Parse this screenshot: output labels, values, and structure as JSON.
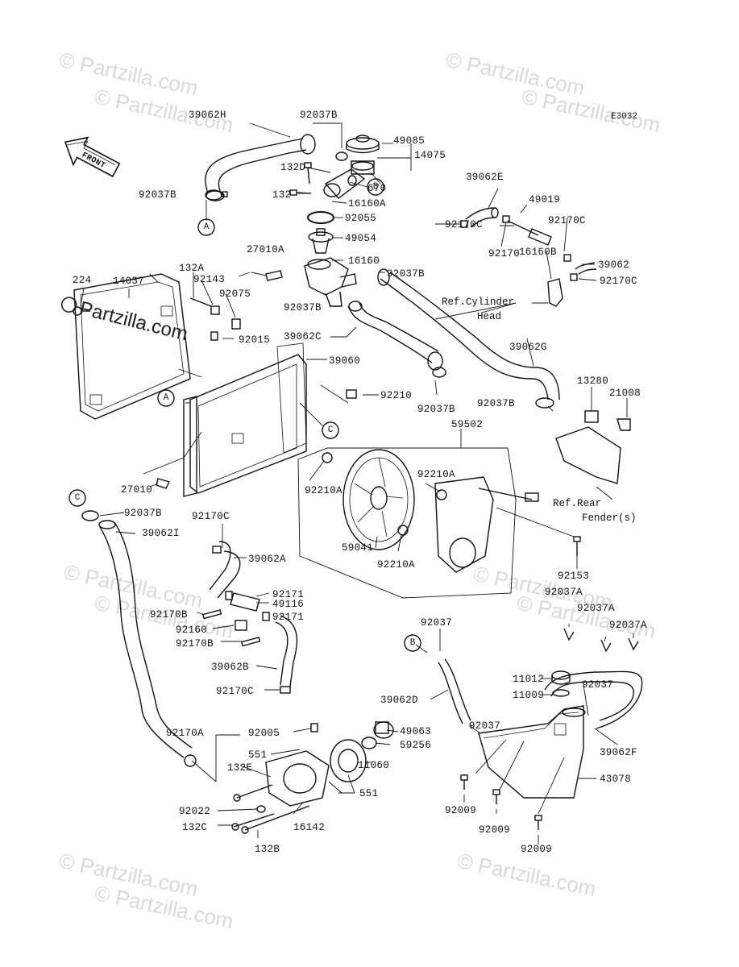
{
  "diagram": {
    "code": "E3032",
    "front_label": "FRONT",
    "watermarks": [
      "© Partzilla.com",
      "© Partzilla.com",
      "© Partzilla.com",
      "© Partzilla.com",
      "© Partzilla.com",
      "© Partzilla.com",
      "© Partzilla.com",
      "© Partzilla.com",
      "© Partzilla.com",
      "© Partzilla.com",
      "© Partzilla.com"
    ],
    "main_watermark": "Partzilla.com",
    "ref_labels": {
      "cylinder_head_1": "Ref.Cylinder",
      "cylinder_head_2": "Head",
      "rear_fender_1": "Ref.Rear",
      "rear_fender_2": "Fender(s)"
    },
    "connectors": [
      "A",
      "B",
      "C"
    ],
    "part_labels": [
      "39062H",
      "92037B",
      "49085",
      "14075",
      "132D",
      "670",
      "132",
      "16160A",
      "92037B",
      "92055",
      "49054",
      "39062E",
      "49019",
      "92170C",
      "92170",
      "92170C",
      "16160B",
      "39062",
      "92170C",
      "27010A",
      "16160",
      "92037B",
      "132A",
      "92143",
      "92075",
      "224",
      "14037",
      "92037B",
      "39062C",
      "92015",
      "39060",
      "39062G",
      "92210",
      "92037B",
      "92037B",
      "13280",
      "21008",
      "59502",
      "27010",
      "92210A",
      "92210A",
      "59041",
      "92210A",
      "92037B",
      "39062I",
      "92170C",
      "39062A",
      "92153",
      "92171",
      "49116",
      "92170B",
      "92160",
      "92171",
      "92170B",
      "39062B",
      "92170C",
      "92005",
      "92170A",
      "551",
      "132E",
      "49063",
      "59256",
      "11060",
      "551",
      "92022",
      "132C",
      "16142",
      "132B",
      "92037",
      "39062D",
      "92037",
      "11012",
      "11009",
      "92037",
      "92037A",
      "92037A",
      "92037A",
      "39062F",
      "43078",
      "92009",
      "92009",
      "92009"
    ]
  }
}
